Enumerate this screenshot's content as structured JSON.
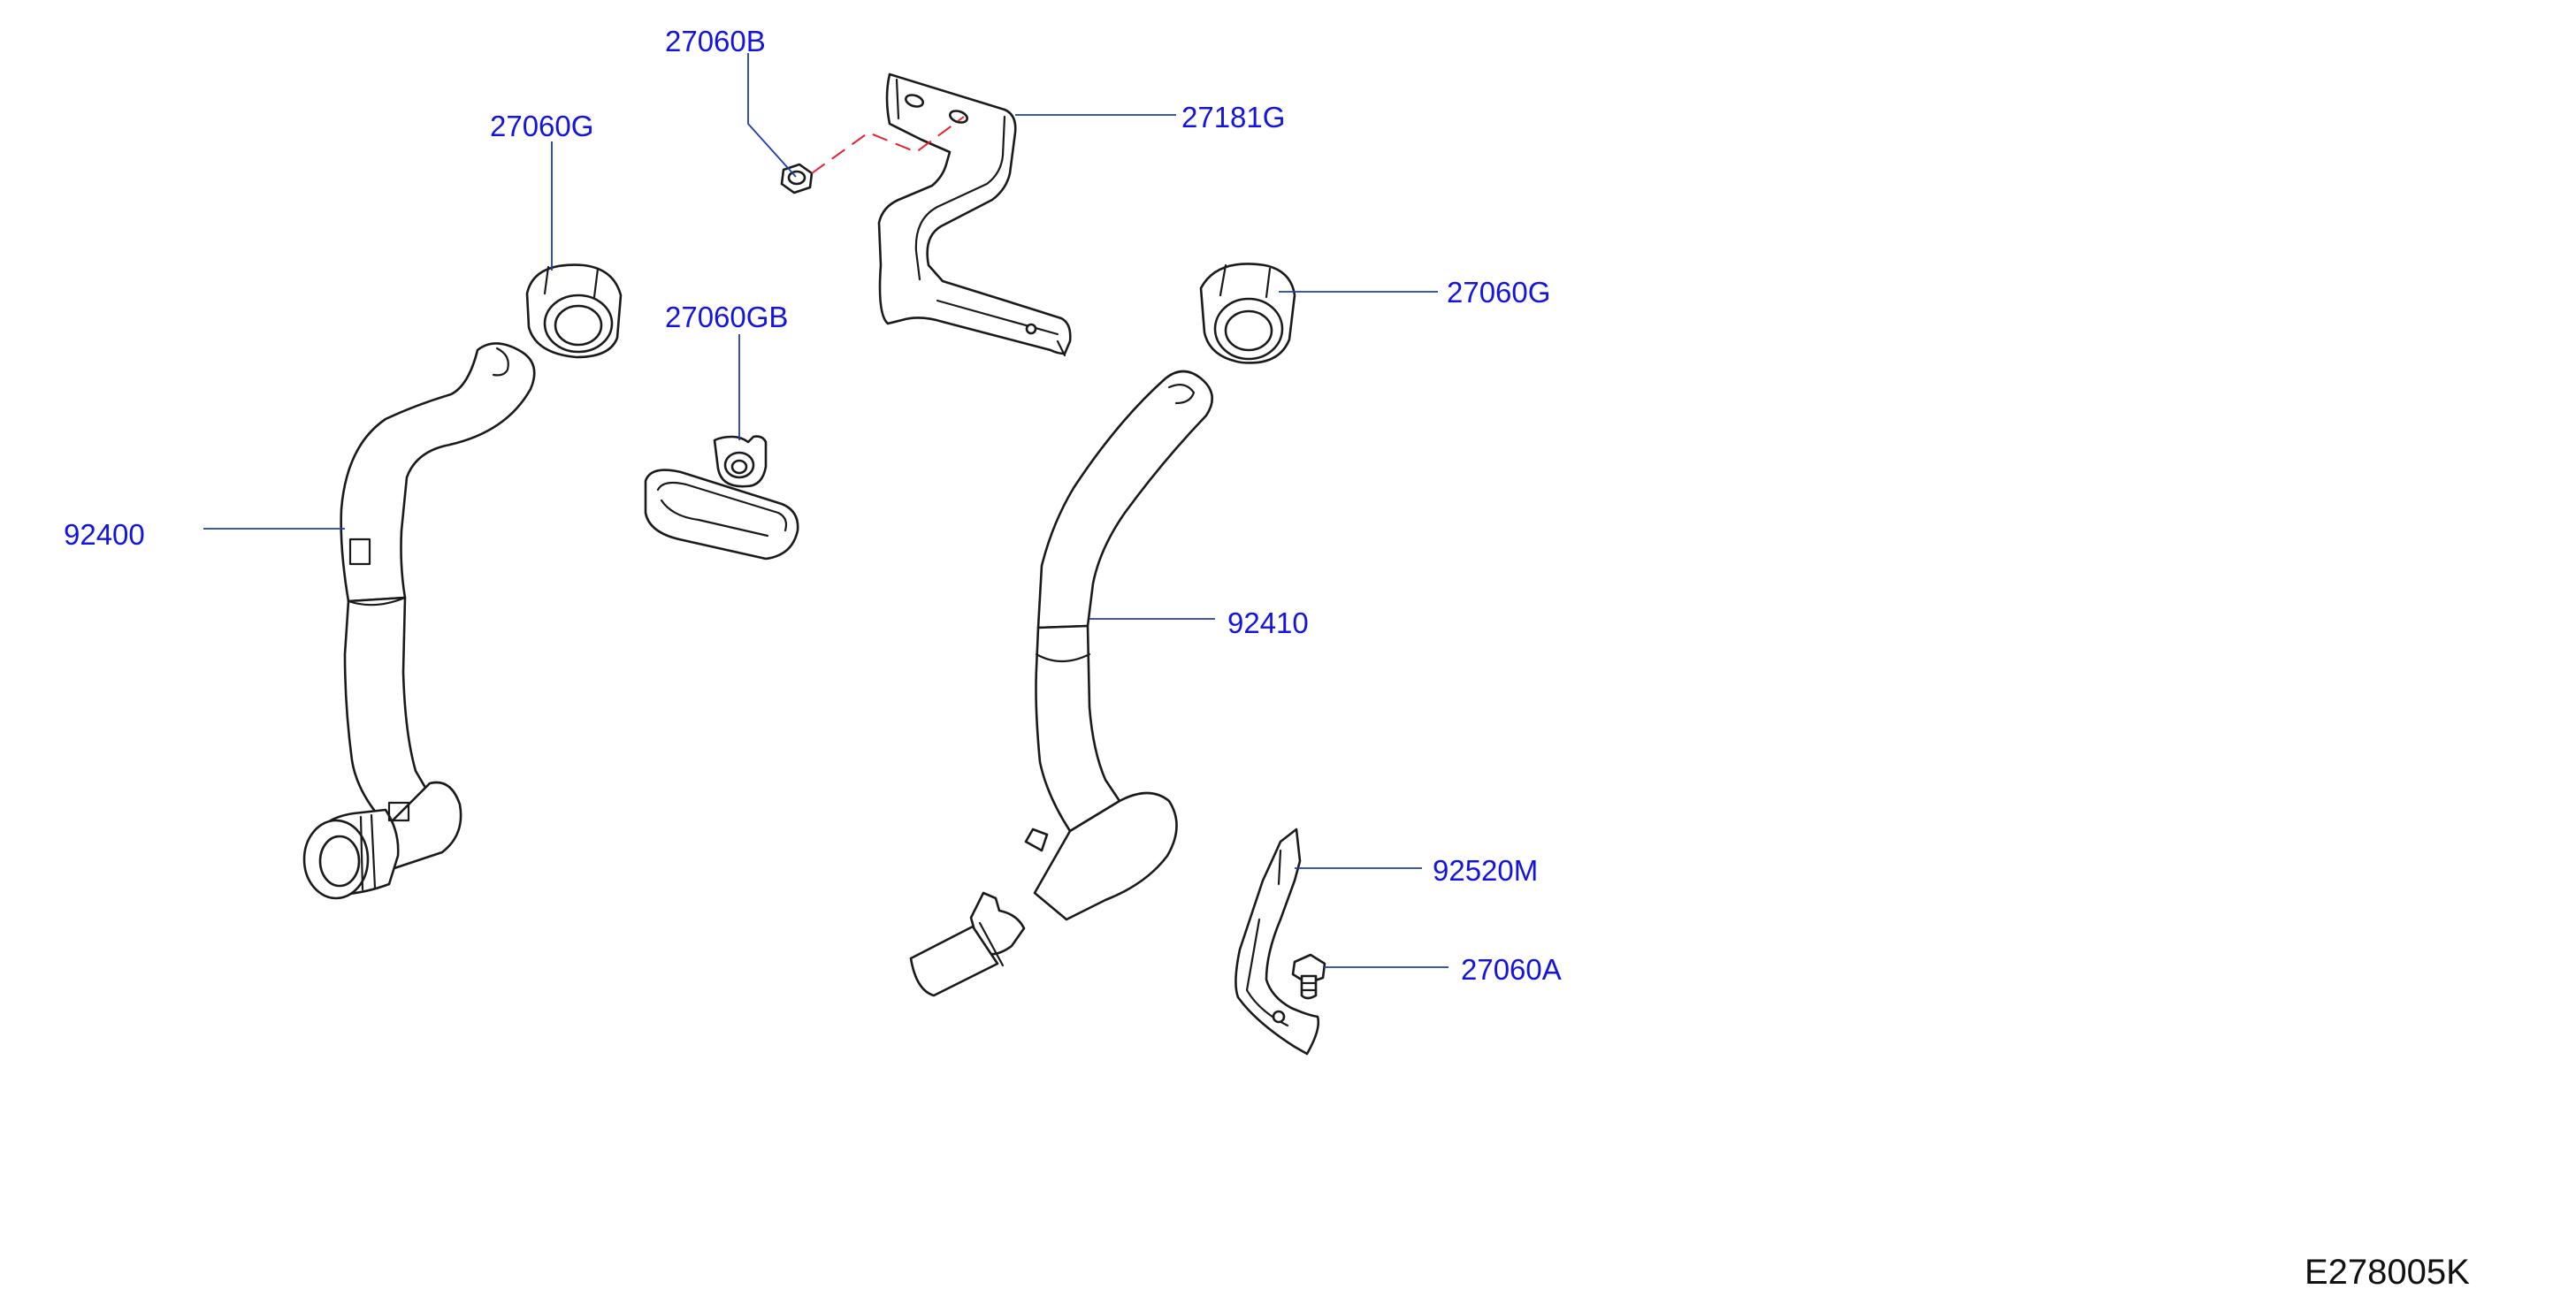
{
  "colors": {
    "callout": "#1414e0",
    "leader": "#1f3fa8",
    "linework": "#1a1a1a",
    "dashed_guide": "#e8202a"
  },
  "callouts": [
    {
      "id": "c1",
      "text": "27060B"
    },
    {
      "id": "c2",
      "text": "27060G"
    },
    {
      "id": "c3",
      "text": "27181G"
    },
    {
      "id": "c4",
      "text": "27060GB"
    },
    {
      "id": "c5",
      "text": "27060G"
    },
    {
      "id": "c6",
      "text": "92400"
    },
    {
      "id": "c7",
      "text": "92410"
    },
    {
      "id": "c8",
      "text": "92520M"
    },
    {
      "id": "c9",
      "text": "27060A"
    }
  ],
  "reference_code": "E278005K"
}
